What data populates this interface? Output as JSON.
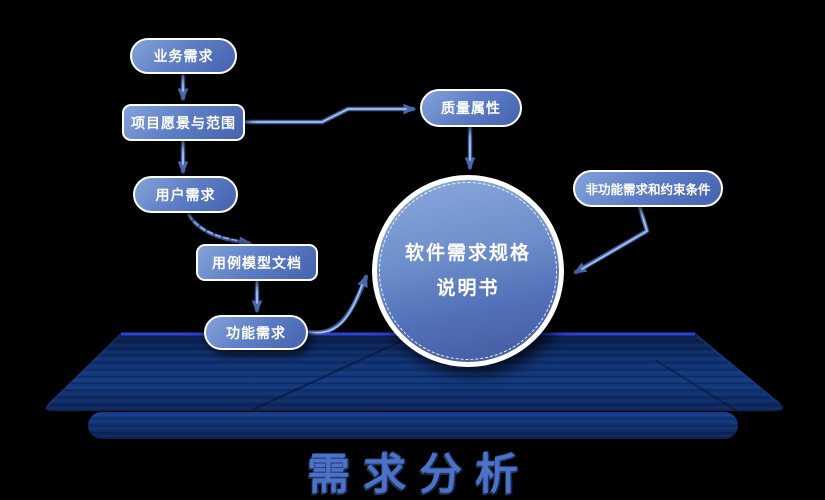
{
  "title": "需求分析",
  "center_node": {
    "line1": "软件需求规格",
    "line2": "说明书"
  },
  "nodes": {
    "business": "业务需求",
    "vision_scope": "项目愿景与范围",
    "user": "用户需求",
    "use_case_doc": "用例模型文档",
    "functional": "功能需求",
    "quality": "质量属性",
    "non_functional": "非功能需求和约束条件"
  },
  "colors": {
    "background": "#000000",
    "node_fill_light": "#84a3d9",
    "node_fill_dark": "#4562ae",
    "node_border": "#ffffff",
    "connector_dark": "#3c5ca2",
    "connector_light": "#a9c2ea",
    "arrowhead": "#4c68ac",
    "platform_top": "#11336f",
    "platform_bottom": "#0c2357",
    "platform_highlight": "#2c42d2",
    "title_color": "#4b72c7"
  }
}
